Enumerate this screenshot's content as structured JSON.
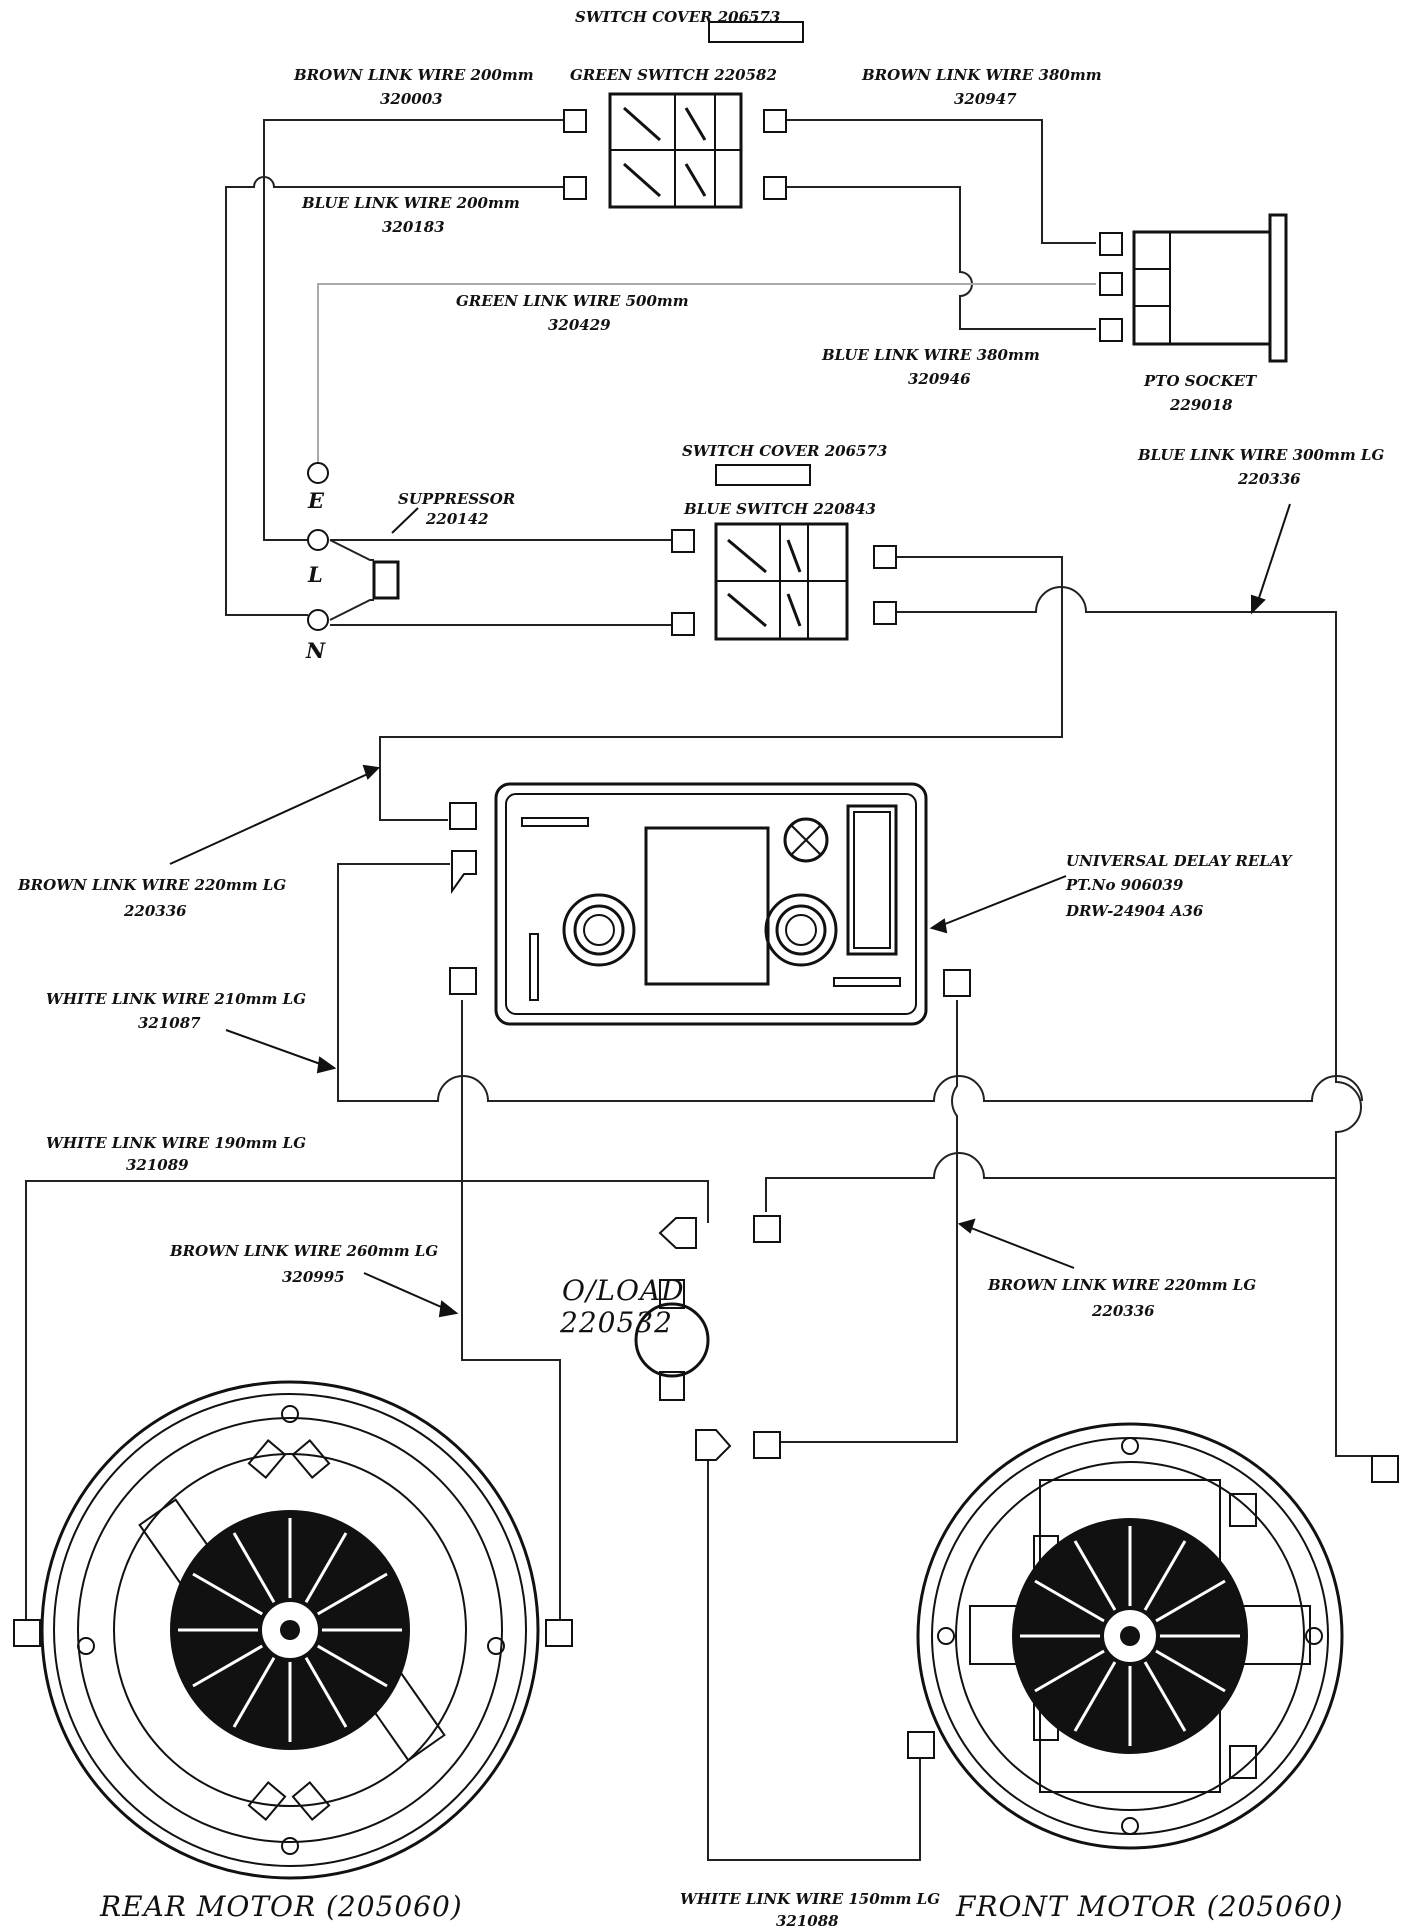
{
  "labels": {
    "switch_cover_top": "SWITCH COVER 206573",
    "green_switch": "GREEN SWITCH 220582",
    "brown_200": "BROWN LINK WIRE 200mm",
    "brown_200_no": "320003",
    "blue_200": "BLUE LINK WIRE 200mm",
    "blue_200_no": "320183",
    "brown_380": "BROWN LINK WIRE 380mm",
    "brown_380_no": "320947",
    "green_500": "GREEN LINK WIRE 500mm",
    "green_500_no": "320429",
    "blue_380": "BLUE LINK WIRE 380mm",
    "blue_380_no": "320946",
    "pto_socket": "PTO SOCKET",
    "pto_socket_no": "229018",
    "switch_cover_mid": "SWITCH COVER 206573",
    "blue_switch": "BLUE SWITCH 220843",
    "suppressor": "SUPPRESSOR",
    "suppressor_no": "220142",
    "blue_300": "BLUE LINK WIRE 300mm LG",
    "blue_300_no": "220336",
    "term_e": "E",
    "term_l": "L",
    "term_n": "N",
    "brown_220a": "BROWN LINK WIRE 220mm LG",
    "brown_220a_no": "220336",
    "relay_1": "UNIVERSAL DELAY RELAY",
    "relay_2": "PT.No 906039",
    "relay_3": "DRW-24904 A36",
    "white_210": "WHITE LINK WIRE 210mm LG",
    "white_210_no": "321087",
    "white_190": "WHITE LINK WIRE 190mm LG",
    "white_190_no": "321089",
    "brown_260": "BROWN LINK WIRE 260mm LG",
    "brown_260_no": "320995",
    "oload_1": "O/LOAD",
    "oload_2": "220532",
    "brown_220b": "BROWN LINK WIRE 220mm LG",
    "brown_220b_no": "220336",
    "white_150": "WHITE LINK WIRE 150mm LG",
    "white_150_no": "321088",
    "rear_motor": "REAR MOTOR (205060)",
    "front_motor": "FRONT MOTOR (205060)"
  }
}
